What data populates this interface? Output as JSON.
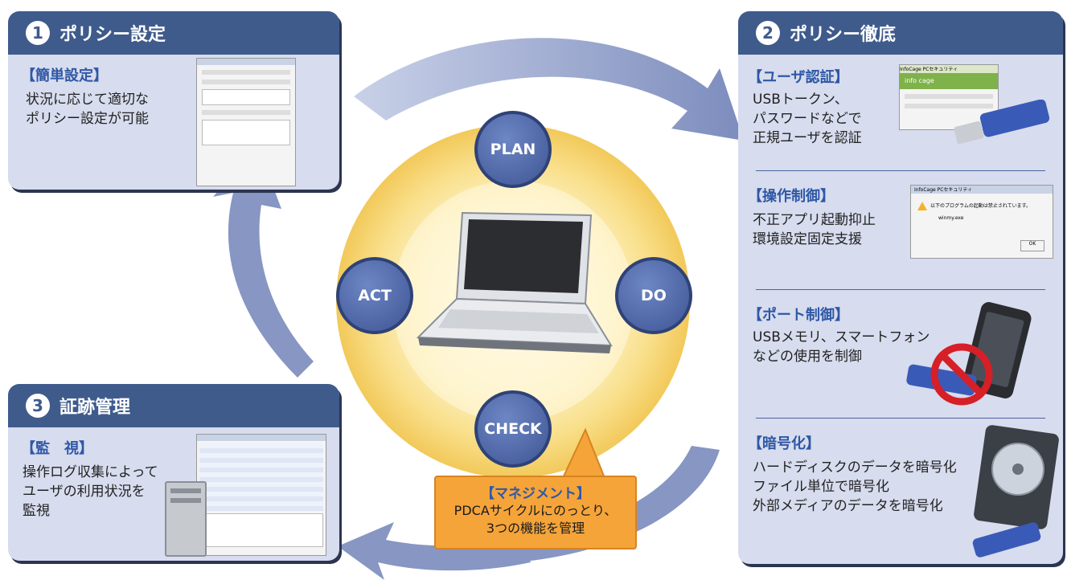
{
  "cycle": {
    "plan": "PLAN",
    "do": "DO",
    "check": "CHECK",
    "act": "ACT"
  },
  "panel1": {
    "number": "1",
    "title": "ポリシー設定",
    "section_title": "【簡単設定】",
    "section_text": "状況に応じて適切な\nポリシー設定が可能"
  },
  "panel2": {
    "number": "2",
    "title": "ポリシー徹底",
    "sections": [
      {
        "title": "【ユーザ認証】",
        "text": "USBトークン、\nパスワードなどで\n正規ユーザを認証"
      },
      {
        "title": "【操作制御】",
        "text": "不正アプリ起動抑止\n環境設定固定支援"
      },
      {
        "title": "【ポート制御】",
        "text": "USBメモリ、スマートフォン\nなどの使用を制御"
      },
      {
        "title": "【暗号化】",
        "text": "ハードディスクのデータを暗号化\nファイル単位で暗号化\n外部メディアのデータを暗号化"
      }
    ]
  },
  "panel3": {
    "number": "3",
    "title": "証跡管理",
    "section_title": "【監　視】",
    "section_text": "操作ログ収集によって\nユーザの利用状況を\n監視"
  },
  "management": {
    "title": "【マネジメント】",
    "text": "PDCAサイクルにのっとり、\n3つの機能を管理"
  },
  "screens": {
    "auth_title": "InfoCage PCセキュリティ",
    "auth_logo": "info cage",
    "dialog_title": "InfoCage PCセキュリティ",
    "dialog_message": "以下のプログラムの起動は禁止されています。",
    "dialog_program": "winmy.exe",
    "dialog_ok": "OK"
  },
  "colors": {
    "panel_header": "#3f5b8c",
    "panel_body": "#d7dcee",
    "arrow": "#8796c2",
    "node": "#4a62a4",
    "glow": "#f7d56a",
    "management": "#f5a43a"
  }
}
